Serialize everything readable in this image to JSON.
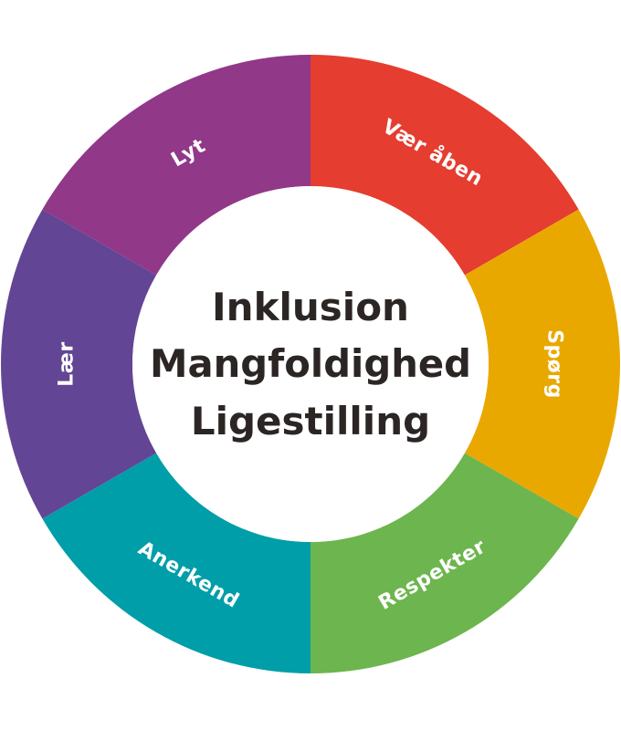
{
  "diagram": {
    "type": "segmented-ring",
    "center_lines": [
      "Inklusion",
      "Mangfoldighed",
      "Ligestilling"
    ],
    "center_text_color": "#2b2624",
    "label_color": "#ffffff",
    "segments": [
      {
        "label": "Vær åben",
        "color": "#e53d30"
      },
      {
        "label": "Spørg",
        "color": "#e9a800"
      },
      {
        "label": "Respekter",
        "color": "#6db54e"
      },
      {
        "label": "Anerkend",
        "color": "#009ea9"
      },
      {
        "label": "Lær",
        "color": "#634595"
      },
      {
        "label": "Lyt",
        "color": "#913889"
      }
    ]
  }
}
